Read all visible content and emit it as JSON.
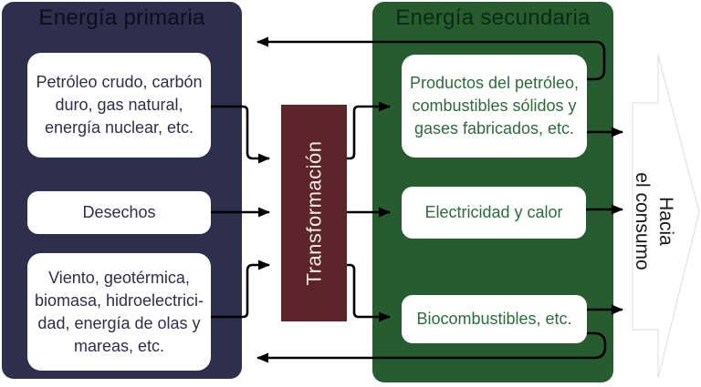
{
  "diagram": {
    "primary": {
      "title": "Energía primaria",
      "boxes": [
        "Petróleo crudo, carbón\nduro, gas natural,\nenergía nuclear, etc.",
        "Desechos",
        "Viento, geotérmica,\nbiomasa, hidroelectrici-\ndad, energía de olas y\nmareas, etc."
      ]
    },
    "transformation": {
      "label": "Transformación"
    },
    "secondary": {
      "title": "Energía secundaria",
      "boxes": [
        "Productos del petróleo,\ncombustibles sólidos y\ngases fabricados, etc.",
        "Electricidad y calor",
        "Biocombustibles, etc."
      ]
    },
    "consumption": {
      "label": "Hacia\nel consumo"
    },
    "colors": {
      "navy": "#2e2e4d",
      "navy-dark": "#0d0d1d",
      "maroon": "#5d252a",
      "green": "#265c30",
      "green-dark": "#0b2a13",
      "green-text": "#2d6b3c",
      "ink": "#000000",
      "paper": "#ffffff",
      "arrow-text": "#1a1a1a"
    }
  }
}
